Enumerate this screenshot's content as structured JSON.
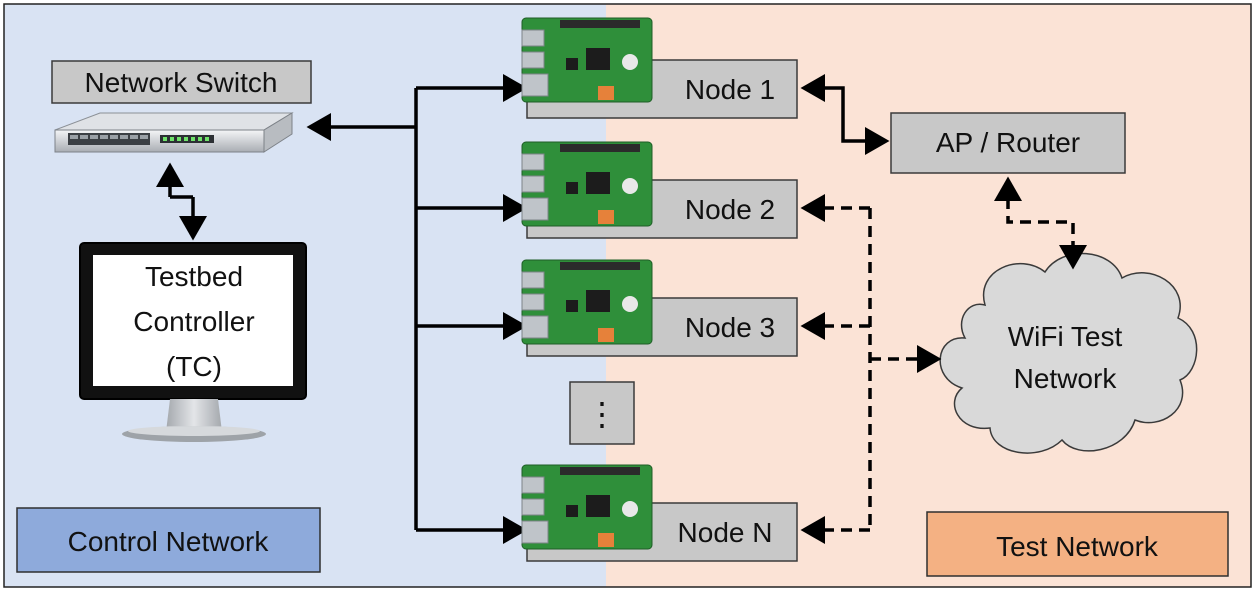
{
  "zones": {
    "control": {
      "label": "Control Network",
      "color": "#d9e3f3",
      "label_color": "#8eaadb"
    },
    "test": {
      "label": "Test Network",
      "color": "#fbe3d6",
      "label_color": "#f4b183"
    }
  },
  "switch": {
    "label": "Network Switch"
  },
  "controller": {
    "line1": "Testbed",
    "line2": "Controller",
    "line3": "(TC)"
  },
  "nodes": [
    {
      "label": "Node 1"
    },
    {
      "label": "Node 2"
    },
    {
      "label": "Node 3"
    },
    {
      "label": "Node N"
    }
  ],
  "ellipsis": "⋮",
  "router": {
    "label": "AP / Router"
  },
  "wifi": {
    "line1": "WiFi Test",
    "line2": "Network"
  }
}
